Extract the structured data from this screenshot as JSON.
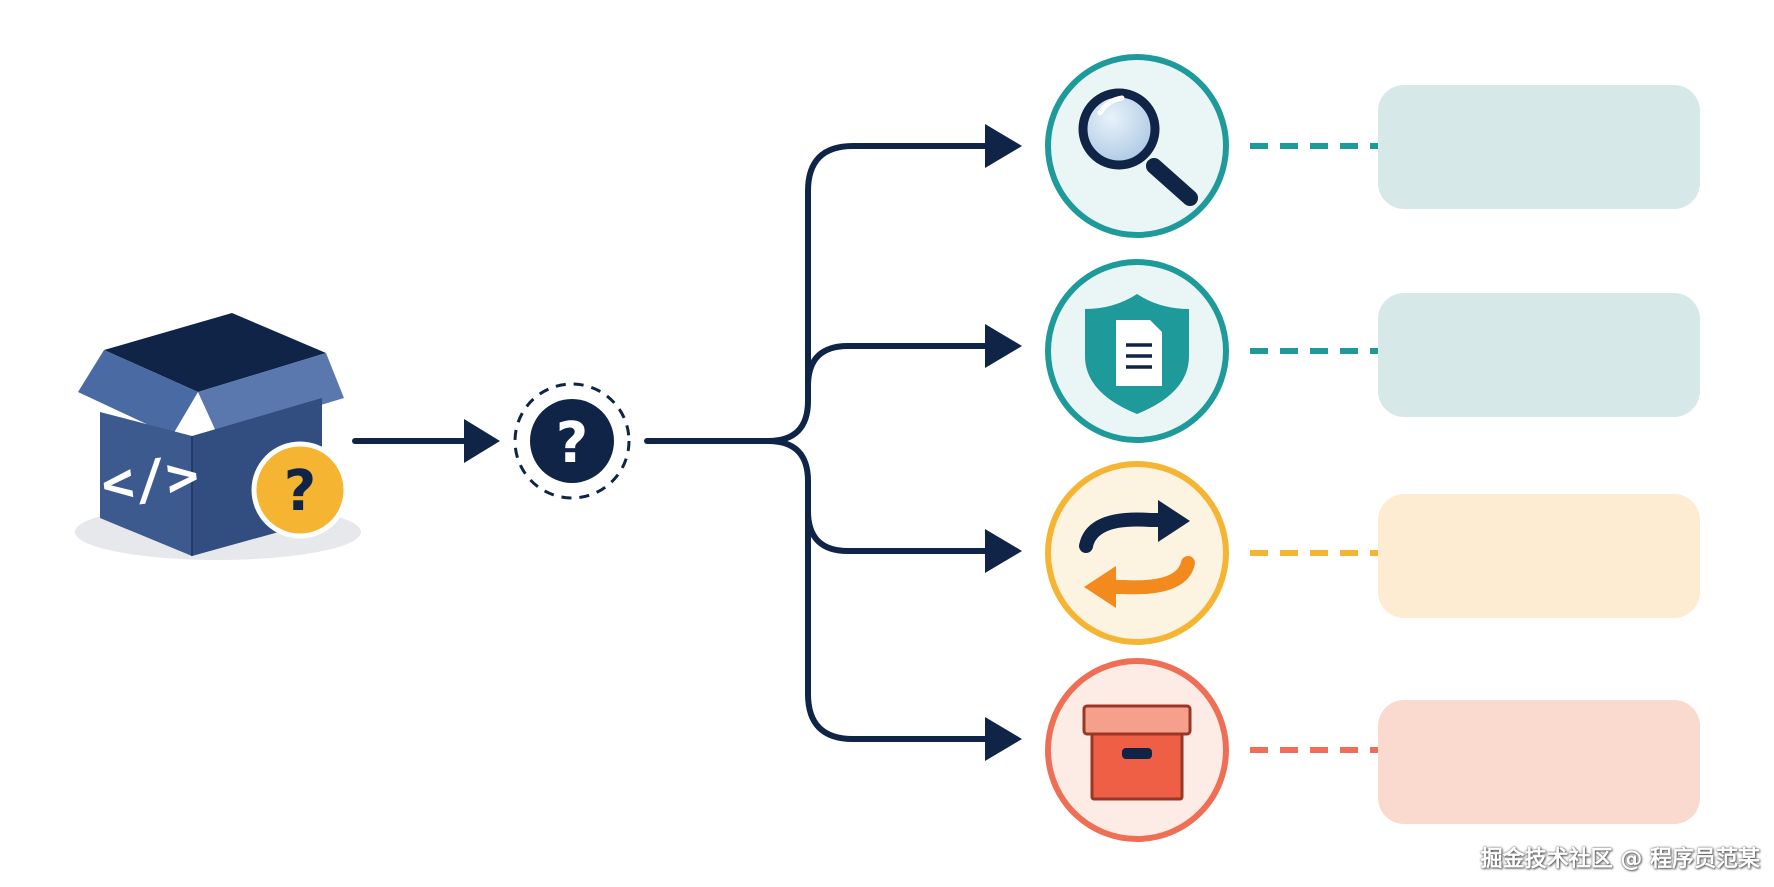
{
  "symbols": {
    "code": "</>",
    "question": "?"
  },
  "colors": {
    "navy": "#0f2447",
    "box_blue": "#3d5a8f",
    "box_light": "#5a78ad",
    "yellow": "#f5b432",
    "teal": "#1e9a9a",
    "orange": "#f28a1e",
    "coral": "#ee6f55"
  },
  "branches": [
    {
      "id": "search",
      "icon": "magnifier-icon",
      "ring": "#1e9a9a",
      "fill": "#eaf5f5",
      "dash": "#1e9a9a",
      "card": "#d6e8e8"
    },
    {
      "id": "security",
      "icon": "shield-document-icon",
      "ring": "#1e9a9a",
      "fill": "#eaf5f5",
      "dash": "#1e9a9a",
      "card": "#d6e8e8"
    },
    {
      "id": "exchange",
      "icon": "swap-arrows-icon",
      "ring": "#f5b432",
      "fill": "#fdf3e1",
      "dash": "#f5b432",
      "card": "#fdecd2"
    },
    {
      "id": "archive",
      "icon": "archive-box-icon",
      "ring": "#ee6f55",
      "fill": "#fdebe5",
      "dash": "#ee6f55",
      "card": "#fad9cf"
    }
  ],
  "watermark": "掘金技术社区 @ 程序员范某"
}
